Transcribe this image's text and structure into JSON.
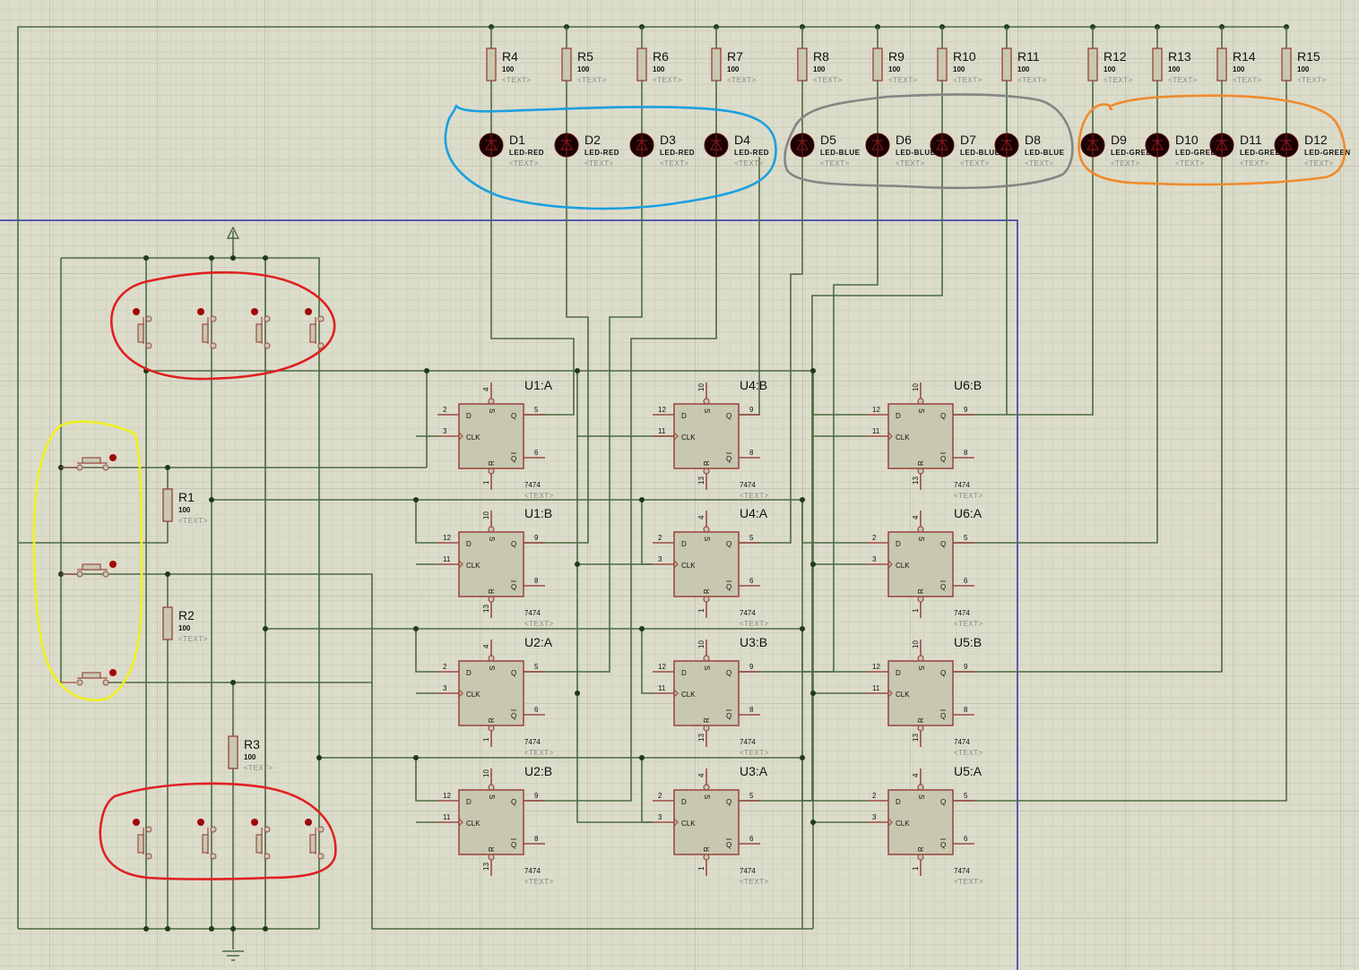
{
  "app": "Schematic Capture",
  "colors": {
    "background": "#dcdccb",
    "grid_minor": "#cfcfbc",
    "grid_major": "#bdbdac",
    "wire": "#4b6b41",
    "component_outline": "#9b4a44",
    "component_fill": "#c8c8b0",
    "sheet_border": "#5a5aa8",
    "led_body": "#1a0204",
    "button_dot": "#a00808",
    "annotation_blue": "#1aa0e0",
    "annotation_gray": "#808080",
    "annotation_orange": "#f08a2a",
    "annotation_red": "#e02020",
    "annotation_yellow": "#f0f020"
  },
  "placeholder_text": "<TEXT>",
  "top_resistors": [
    {
      "ref": "R4",
      "value": "100"
    },
    {
      "ref": "R5",
      "value": "100"
    },
    {
      "ref": "R6",
      "value": "100"
    },
    {
      "ref": "R7",
      "value": "100"
    },
    {
      "ref": "R8",
      "value": "100"
    },
    {
      "ref": "R9",
      "value": "100"
    },
    {
      "ref": "R10",
      "value": "100"
    },
    {
      "ref": "R11",
      "value": "100"
    },
    {
      "ref": "R12",
      "value": "100"
    },
    {
      "ref": "R13",
      "value": "100"
    },
    {
      "ref": "R14",
      "value": "100"
    },
    {
      "ref": "R15",
      "value": "100"
    }
  ],
  "leds": [
    {
      "ref": "D1",
      "type": "LED-RED"
    },
    {
      "ref": "D2",
      "type": "LED-RED"
    },
    {
      "ref": "D3",
      "type": "LED-RED"
    },
    {
      "ref": "D4",
      "type": "LED-RED"
    },
    {
      "ref": "D5",
      "type": "LED-BLUE"
    },
    {
      "ref": "D6",
      "type": "LED-BLUE"
    },
    {
      "ref": "D7",
      "type": "LED-BLUE"
    },
    {
      "ref": "D8",
      "type": "LED-BLUE"
    },
    {
      "ref": "D9",
      "type": "LED-GREEN"
    },
    {
      "ref": "D10",
      "type": "LED-GREEN"
    },
    {
      "ref": "D11",
      "type": "LED-GREEN"
    },
    {
      "ref": "D12",
      "type": "LED-GREEN"
    }
  ],
  "side_resistors": [
    {
      "ref": "R1",
      "value": "100"
    },
    {
      "ref": "R2",
      "value": "100"
    },
    {
      "ref": "R3",
      "value": "100"
    }
  ],
  "flipflops": [
    {
      "ref": "U1:A",
      "part": "7474",
      "pins": {
        "d": "2",
        "clk": "3",
        "q": "5",
        "qbar": "6",
        "s": "4",
        "r": "1"
      }
    },
    {
      "ref": "U4:B",
      "part": "7474",
      "pins": {
        "d": "12",
        "clk": "11",
        "q": "9",
        "qbar": "8",
        "s": "10",
        "r": "13"
      }
    },
    {
      "ref": "U6:B",
      "part": "7474",
      "pins": {
        "d": "12",
        "clk": "11",
        "q": "9",
        "qbar": "8",
        "s": "10",
        "r": "13"
      }
    },
    {
      "ref": "U1:B",
      "part": "7474",
      "pins": {
        "d": "12",
        "clk": "11",
        "q": "9",
        "qbar": "8",
        "s": "10",
        "r": "13"
      }
    },
    {
      "ref": "U4:A",
      "part": "7474",
      "pins": {
        "d": "2",
        "clk": "3",
        "q": "5",
        "qbar": "6",
        "s": "4",
        "r": "1"
      }
    },
    {
      "ref": "U6:A",
      "part": "7474",
      "pins": {
        "d": "2",
        "clk": "3",
        "q": "5",
        "qbar": "6",
        "s": "4",
        "r": "1"
      }
    },
    {
      "ref": "U2:A",
      "part": "7474",
      "pins": {
        "d": "2",
        "clk": "3",
        "q": "5",
        "qbar": "6",
        "s": "4",
        "r": "1"
      }
    },
    {
      "ref": "U3:B",
      "part": "7474",
      "pins": {
        "d": "12",
        "clk": "11",
        "q": "9",
        "qbar": "8",
        "s": "10",
        "r": "13"
      }
    },
    {
      "ref": "U5:B",
      "part": "7474",
      "pins": {
        "d": "12",
        "clk": "11",
        "q": "9",
        "qbar": "8",
        "s": "10",
        "r": "13"
      }
    },
    {
      "ref": "U2:B",
      "part": "7474",
      "pins": {
        "d": "12",
        "clk": "11",
        "q": "9",
        "qbar": "8",
        "s": "10",
        "r": "13"
      }
    },
    {
      "ref": "U3:A",
      "part": "7474",
      "pins": {
        "d": "2",
        "clk": "3",
        "q": "5",
        "qbar": "6",
        "s": "4",
        "r": "1"
      }
    },
    {
      "ref": "U5:A",
      "part": "7474",
      "pins": {
        "d": "2",
        "clk": "3",
        "q": "5",
        "qbar": "6",
        "s": "4",
        "r": "1"
      }
    }
  ],
  "flipflop_pin_labels": {
    "d": "D",
    "clk": "CLK",
    "q": "Q",
    "qbar": "Q",
    "s": "S",
    "r": "R"
  },
  "pushbuttons_top_count": 4,
  "pushbuttons_left_count": 3,
  "pushbuttons_bottom_count": 4,
  "annotations": [
    {
      "name": "red-leds-group",
      "color": "annotation_blue"
    },
    {
      "name": "blue-leds-group",
      "color": "annotation_gray"
    },
    {
      "name": "green-leds-group",
      "color": "annotation_orange"
    },
    {
      "name": "top-buttons-group",
      "color": "annotation_red"
    },
    {
      "name": "left-buttons-group",
      "color": "annotation_yellow"
    },
    {
      "name": "bottom-buttons-group",
      "color": "annotation_red"
    }
  ]
}
